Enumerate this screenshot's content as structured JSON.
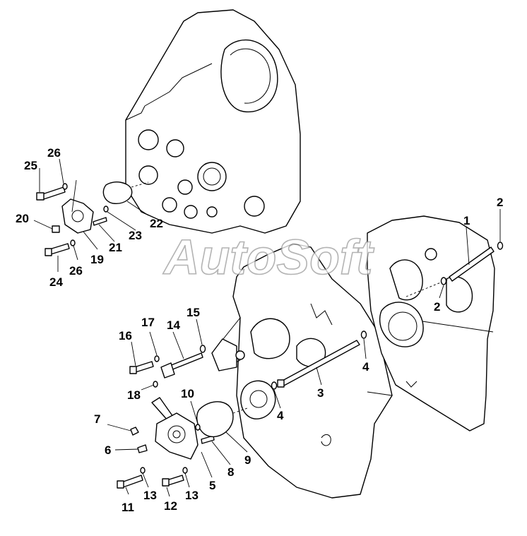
{
  "watermark": "AutoSoft",
  "callouts": {
    "c1": "1",
    "c2a": "2",
    "c2b": "2",
    "c3": "3",
    "c4a": "4",
    "c4b": "4",
    "c5": "5",
    "c6": "6",
    "c7": "7",
    "c8": "8",
    "c9": "9",
    "c10": "10",
    "c11": "11",
    "c12": "12",
    "c13a": "13",
    "c13b": "13",
    "c14": "14",
    "c15": "15",
    "c16": "16",
    "c17": "17",
    "c18": "18",
    "c19": "19",
    "c20": "20",
    "c21": "21",
    "c22": "22",
    "c23": "23",
    "c24": "24",
    "c25": "25",
    "c26a": "26",
    "c26b": "26"
  }
}
